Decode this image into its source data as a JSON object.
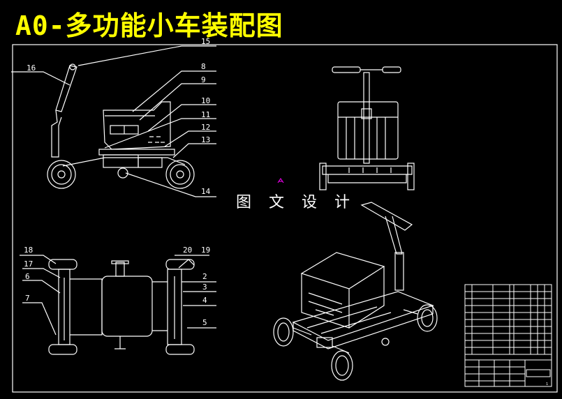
{
  "drawing": {
    "title": "A0-多功能小车装配图",
    "watermark": "图 文 设 计",
    "part_labels": [
      "1",
      "2",
      "3",
      "4",
      "5",
      "6",
      "7",
      "8",
      "9",
      "10",
      "11",
      "12",
      "13",
      "14",
      "15",
      "16",
      "17",
      "18",
      "19",
      "20"
    ],
    "colors": {
      "background": "#000000",
      "line": "#ffffff",
      "title": "#ffff00",
      "marker": "#ff00ff"
    }
  }
}
